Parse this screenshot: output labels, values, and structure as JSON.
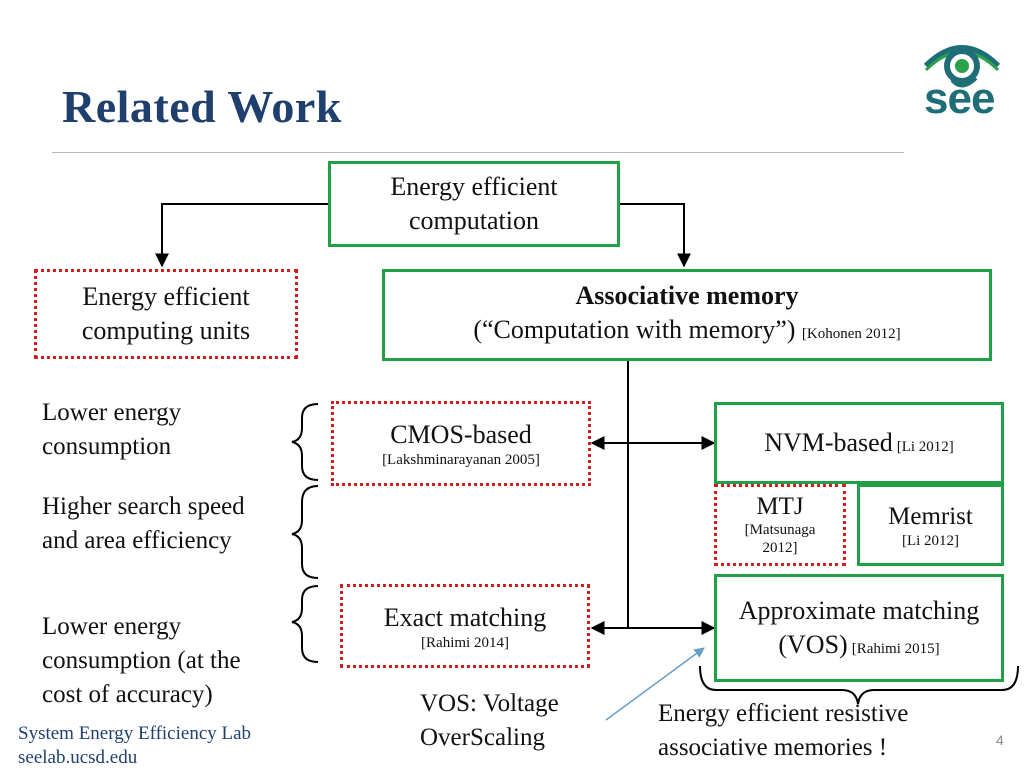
{
  "title": "Related Work",
  "logo": {
    "text": "see",
    "icon": "eye-logo-icon",
    "color": "#1f6e77"
  },
  "colors": {
    "title": "#1f3f6e",
    "solid_border": "#21a047",
    "dotted_border": "#cc1f1f",
    "arrow": "#6a9ec7"
  },
  "boxes": {
    "top": {
      "line1": "Energy efficient",
      "line2": "computation"
    },
    "units": {
      "line1": "Energy efficient",
      "line2": "computing units"
    },
    "assoc": {
      "title": "Associative memory",
      "subtitle": "(“Computation with memory”)",
      "cite": "[Kohonen 2012]"
    },
    "cmos": {
      "label": "CMOS-based",
      "cite": "[Lakshminarayanan 2005]"
    },
    "nvm": {
      "label": "NVM-based",
      "cite": "[Li 2012]"
    },
    "mtj": {
      "label": "MTJ",
      "cite1": "[Matsunaga",
      "cite2": "2012]"
    },
    "memrist": {
      "label": "Memrist",
      "cite": "[Li 2012]"
    },
    "exact": {
      "label": "Exact matching",
      "cite": "[Rahimi 2014]"
    },
    "approx": {
      "label": "Approximate matching",
      "label2": "(VOS)",
      "cite": "[Rahimi 2015]"
    }
  },
  "left": {
    "item1": {
      "line1": "Lower energy",
      "line2": "consumption"
    },
    "item2": {
      "line1": "Higher search speed",
      "line2": "and area efficiency"
    },
    "item3": {
      "line1": "Lower energy",
      "line2": "consumption (at the",
      "line3": "cost of accuracy)"
    }
  },
  "vos_note": {
    "line1": "VOS: Voltage",
    "line2": "OverScaling"
  },
  "resistive_note": {
    "line1": "Energy efficient resistive",
    "line2": "associative memories !"
  },
  "footer": {
    "lab": "System Energy Efficiency Lab",
    "url": "seelab.ucsd.edu"
  },
  "page_number": "4"
}
